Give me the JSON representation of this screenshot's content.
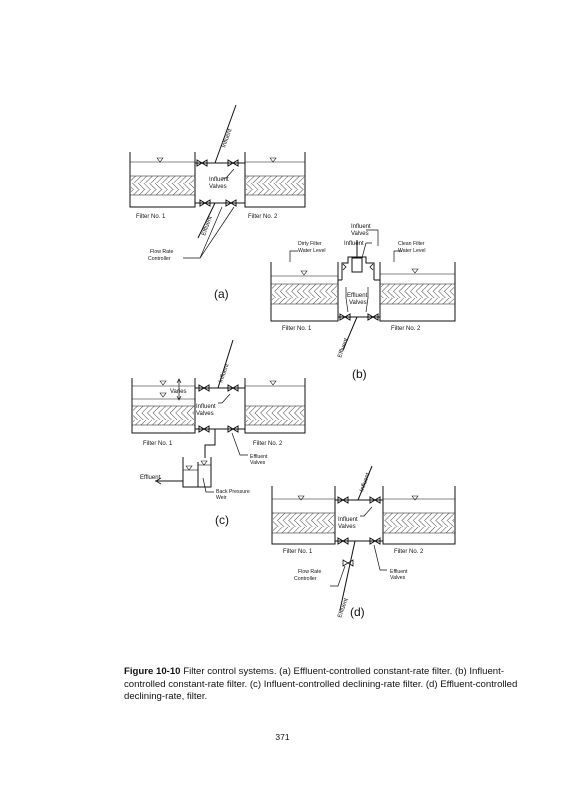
{
  "figure": {
    "panel_a": {
      "label": "(a)",
      "influent": "Influent",
      "influent_valves_1": "Influent",
      "influent_valves_2": "Valves",
      "effluent": "Effluent",
      "filter1": "Filter No. 1",
      "filter2": "Filter No. 2",
      "flow_rate_1": "Flow Rate",
      "flow_rate_2": "Controller"
    },
    "panel_b": {
      "label": "(b)",
      "influent_valves_1": "Influent",
      "influent_valves_2": "Valves",
      "influent": "Influent",
      "dirty_1": "Dirty Filter",
      "dirty_2": "Water Level",
      "clean_1": "Clean Filter",
      "clean_2": "Water Level",
      "effluent_valves_1": "Effluent",
      "effluent_valves_2": "Valves",
      "effluent": "Effluent",
      "filter1": "Filter No. 1",
      "filter2": "Filter No. 2"
    },
    "panel_c": {
      "label": "(c)",
      "influent": "Influent",
      "varies": "Varies",
      "influent_valves_1": "Influent",
      "influent_valves_2": "Valves",
      "filter1": "Filter No. 1",
      "filter2": "Filter No. 2",
      "effluent_valves_1": "Effluent",
      "effluent_valves_2": "Valves",
      "effluent": "Effluent",
      "weir_1": "Back Pressure",
      "weir_2": "Weir"
    },
    "panel_d": {
      "label": "(d)",
      "influent": "Influent",
      "influent_valves_1": "Influent",
      "influent_valves_2": "Valves",
      "filter1": "Filter No. 1",
      "filter2": "Filter No. 2",
      "flow_rate_1": "Flow Rate",
      "flow_rate_2": "Controller",
      "effluent_valves_1": "Effluent",
      "effluent_valves_2": "Valves",
      "effluent": "Effluent"
    }
  },
  "caption": {
    "figure_number": "Figure 10-10",
    "text": "Filter control systems. (a) Effluent-controlled constant-rate filter. (b) Influent-controlled constant-rate filter. (c) Influent-controlled declining-rate filter. (d) Effluent-controlled declining-rate, filter."
  },
  "page_number": "371"
}
